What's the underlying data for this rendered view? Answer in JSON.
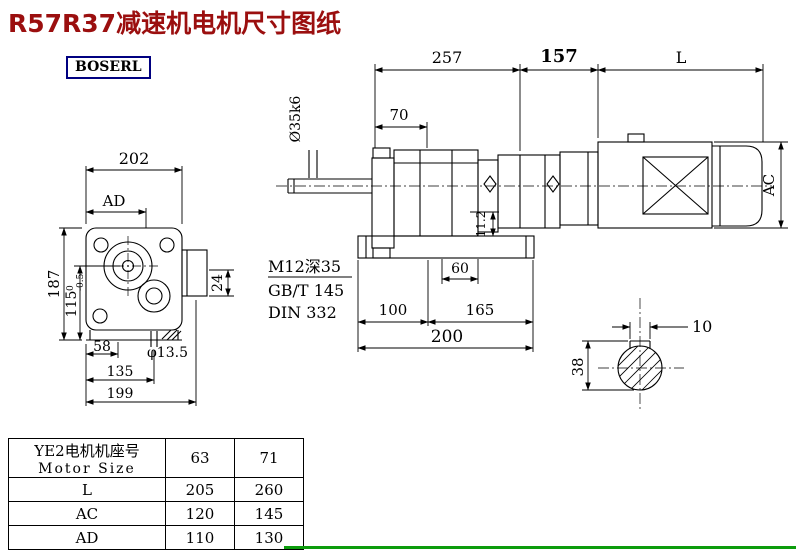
{
  "title": "R57R37减速机电机尺寸图纸",
  "logo": "BOSERL",
  "front": {
    "d202": "202",
    "dAD": "AD",
    "d187": "187",
    "d115": "115",
    "d115_up": "0",
    "d115_dn": "-0.5",
    "d24": "24",
    "d58": "58",
    "phi": "φ13.5",
    "d135": "135",
    "d199": "199"
  },
  "side": {
    "d257": "257",
    "d157": "157",
    "dL": "L",
    "d70": "70",
    "dia": "Ø35k6",
    "thread": "M12深35",
    "std1": "GB/T 145",
    "std2": "DIN 332",
    "d112": "11.2",
    "d60": "60",
    "d100": "100",
    "d165": "165",
    "d200": "200",
    "dAC": "AC"
  },
  "sec": {
    "d10": "10",
    "d38": "38"
  },
  "table": {
    "header_cn": "YE2电机机座号",
    "header_en": "Motor Size",
    "col1": "63",
    "col2": "71",
    "rows": [
      {
        "label": "L",
        "v1": "205",
        "v2": "260"
      },
      {
        "label": "AC",
        "v1": "120",
        "v2": "145"
      },
      {
        "label": "AD",
        "v1": "110",
        "v2": "130"
      }
    ]
  },
  "colors": {
    "title": "#9b0f0f",
    "line": "#000000",
    "green_rule": "#0c9c0c",
    "logo_border": "#000080"
  }
}
